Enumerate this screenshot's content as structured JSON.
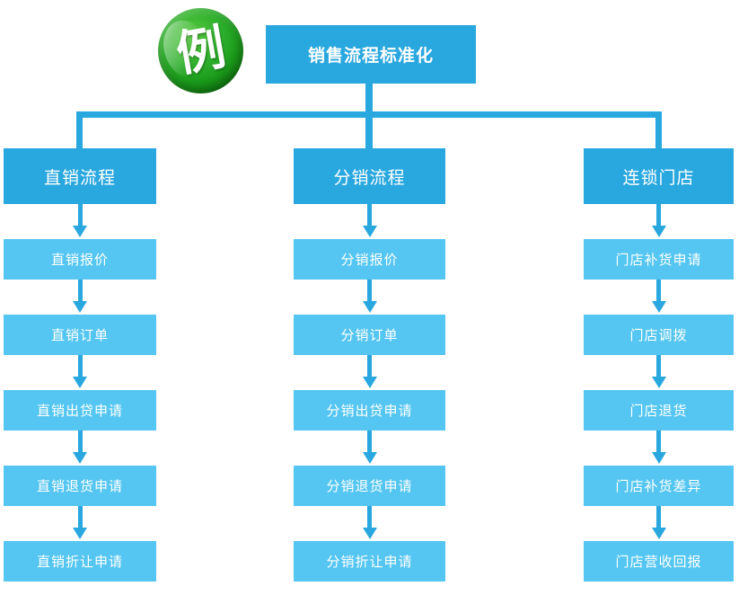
{
  "diagram": {
    "badge_label": "例",
    "title": "销售流程标准化"
  },
  "columns": [
    {
      "header": "直销流程",
      "items": [
        "直销报价",
        "直销订单",
        "直销出贷申请",
        "直销退货申请",
        "直销折让申请"
      ]
    },
    {
      "header": "分销流程",
      "items": [
        "分销报价",
        "分销订单",
        "分销出贷申请",
        "分销退货申请",
        "分销折让申请"
      ]
    },
    {
      "header": "连锁门店",
      "items": [
        "门店补货申请",
        "门店调拨",
        "门店退货",
        "门店补货差异",
        "门店营收回报"
      ]
    }
  ],
  "colors": {
    "bg": "#FFFFFF",
    "primary_blue": "#29A7DF",
    "light_blue": "#55C6F1",
    "badge_green": "#1E9E1E",
    "text": "#FFFFFF"
  }
}
